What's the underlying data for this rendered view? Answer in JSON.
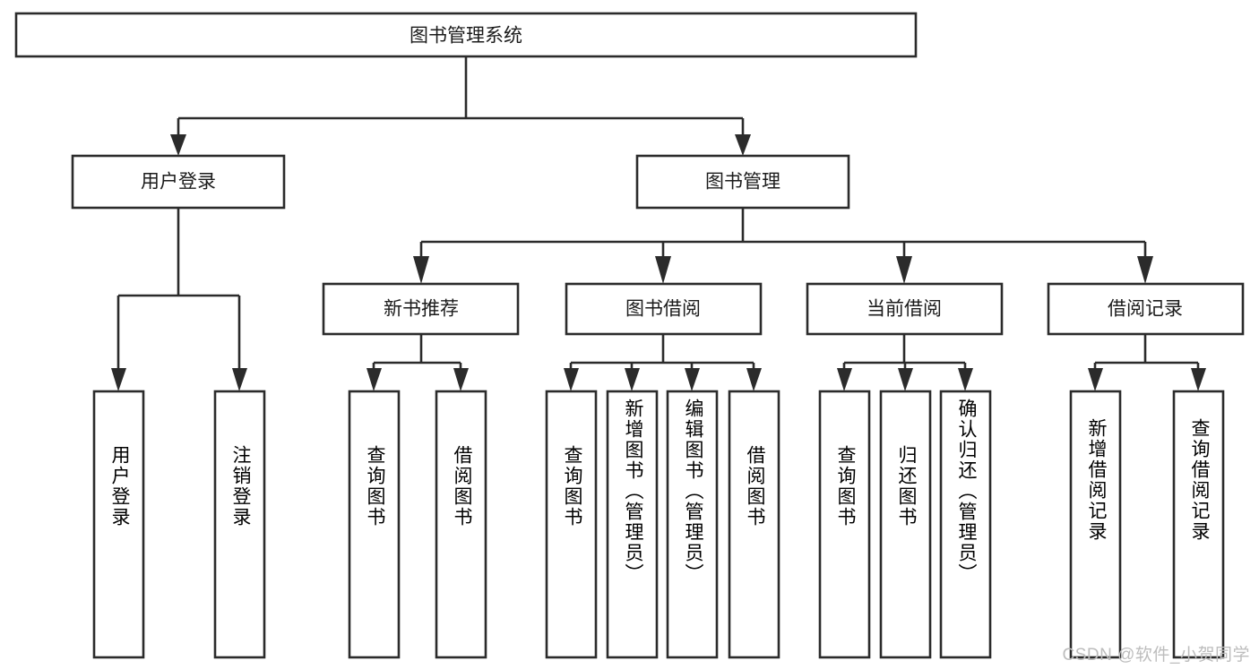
{
  "diagram": {
    "type": "tree",
    "title": "图书管理系统",
    "watermark": "CSDN @软件_小贺同学",
    "colors": {
      "background": "#ffffff",
      "stroke": "#2b2b2b",
      "text": "#1b1b1b",
      "watermark": "#bdbdbd"
    },
    "root": {
      "label": "图书管理系统"
    },
    "level1": [
      {
        "label": "用户登录"
      },
      {
        "label": "图书管理"
      }
    ],
    "level2": [
      {
        "label": "新书推荐"
      },
      {
        "label": "图书借阅"
      },
      {
        "label": "当前借阅"
      },
      {
        "label": "借阅记录"
      }
    ],
    "leaves": [
      {
        "label": "用户登录",
        "parent": "用户登录"
      },
      {
        "label": "注销登录",
        "parent": "用户登录"
      },
      {
        "label": "查询图书",
        "parent": "新书推荐"
      },
      {
        "label": "借阅图书",
        "parent": "新书推荐"
      },
      {
        "label": "查询图书",
        "parent": "图书借阅"
      },
      {
        "label": "新增图书（管理员）",
        "parent": "图书借阅"
      },
      {
        "label": "编辑图书（管理员）",
        "parent": "图书借阅"
      },
      {
        "label": "借阅图书",
        "parent": "图书借阅"
      },
      {
        "label": "查询图书",
        "parent": "当前借阅"
      },
      {
        "label": "归还图书",
        "parent": "当前借阅"
      },
      {
        "label": "确认归还（管理员）",
        "parent": "当前借阅"
      },
      {
        "label": "新增借阅记录",
        "parent": "借阅记录"
      },
      {
        "label": "查询借阅记录",
        "parent": "借阅记录"
      }
    ]
  }
}
